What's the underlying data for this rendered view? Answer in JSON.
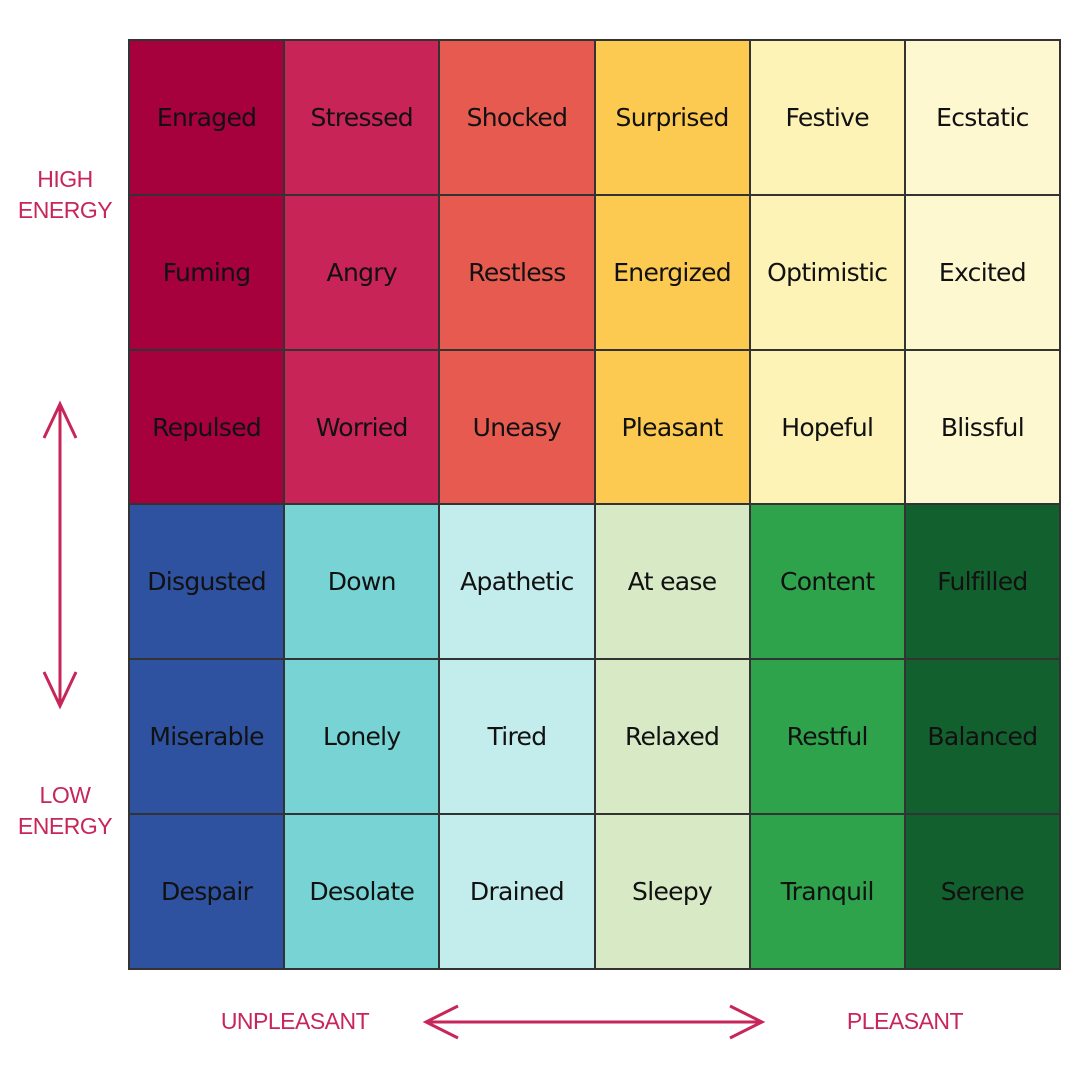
{
  "axes": {
    "high_energy": [
      "HIGH",
      "ENERGY"
    ],
    "low_energy": [
      "LOW",
      "ENERGY"
    ],
    "unpleasant": "UNPLEASANT",
    "pleasant": "PLEASANT",
    "accent_color": "#c7265a"
  },
  "palette": {
    "dark_red": "#a6003d",
    "pink": "#c82457",
    "coral": "#e65a50",
    "yellow": "#fdca51",
    "pale_yellow": "#fdf3b7",
    "cream": "#fef8d1",
    "blue": "#2e52a0",
    "teal": "#78d4d4",
    "pale_teal": "#c3ecec",
    "pale_green": "#d8eac5",
    "green": "#2fa34b",
    "dark_green": "#13602f"
  },
  "rows": [
    {
      "cells": [
        {
          "label": "Enraged",
          "color": "#a6003d"
        },
        {
          "label": "Stressed",
          "color": "#c82457"
        },
        {
          "label": "Shocked",
          "color": "#e65a50"
        },
        {
          "label": "Surprised",
          "color": "#fdca51"
        },
        {
          "label": "Festive",
          "color": "#fdf3b7"
        },
        {
          "label": "Ecstatic",
          "color": "#fef8d1"
        }
      ]
    },
    {
      "cells": [
        {
          "label": "Fuming",
          "color": "#a6003d"
        },
        {
          "label": "Angry",
          "color": "#c82457"
        },
        {
          "label": "Restless",
          "color": "#e65a50"
        },
        {
          "label": "Energized",
          "color": "#fdca51"
        },
        {
          "label": "Optimistic",
          "color": "#fdf3b7"
        },
        {
          "label": "Excited",
          "color": "#fef8d1"
        }
      ]
    },
    {
      "cells": [
        {
          "label": "Repulsed",
          "color": "#a6003d"
        },
        {
          "label": "Worried",
          "color": "#c82457"
        },
        {
          "label": "Uneasy",
          "color": "#e65a50"
        },
        {
          "label": "Pleasant",
          "color": "#fdca51"
        },
        {
          "label": "Hopeful",
          "color": "#fdf3b7"
        },
        {
          "label": "Blissful",
          "color": "#fef8d1"
        }
      ]
    },
    {
      "cells": [
        {
          "label": "Disgusted",
          "color": "#2e52a0"
        },
        {
          "label": "Down",
          "color": "#78d4d4"
        },
        {
          "label": "Apathetic",
          "color": "#c3ecec"
        },
        {
          "label": "At ease",
          "color": "#d8eac5"
        },
        {
          "label": "Content",
          "color": "#2fa34b"
        },
        {
          "label": "Fulfilled",
          "color": "#13602f"
        }
      ]
    },
    {
      "cells": [
        {
          "label": "Miserable",
          "color": "#2e52a0"
        },
        {
          "label": "Lonely",
          "color": "#78d4d4"
        },
        {
          "label": "Tired",
          "color": "#c3ecec"
        },
        {
          "label": "Relaxed",
          "color": "#d8eac5"
        },
        {
          "label": "Restful",
          "color": "#2fa34b"
        },
        {
          "label": "Balanced",
          "color": "#13602f"
        }
      ]
    },
    {
      "cells": [
        {
          "label": "Despair",
          "color": "#2e52a0"
        },
        {
          "label": "Desolate",
          "color": "#78d4d4"
        },
        {
          "label": "Drained",
          "color": "#c3ecec"
        },
        {
          "label": "Sleepy",
          "color": "#d8eac5"
        },
        {
          "label": "Tranquil",
          "color": "#2fa34b"
        },
        {
          "label": "Serene",
          "color": "#13602f"
        }
      ]
    }
  ]
}
